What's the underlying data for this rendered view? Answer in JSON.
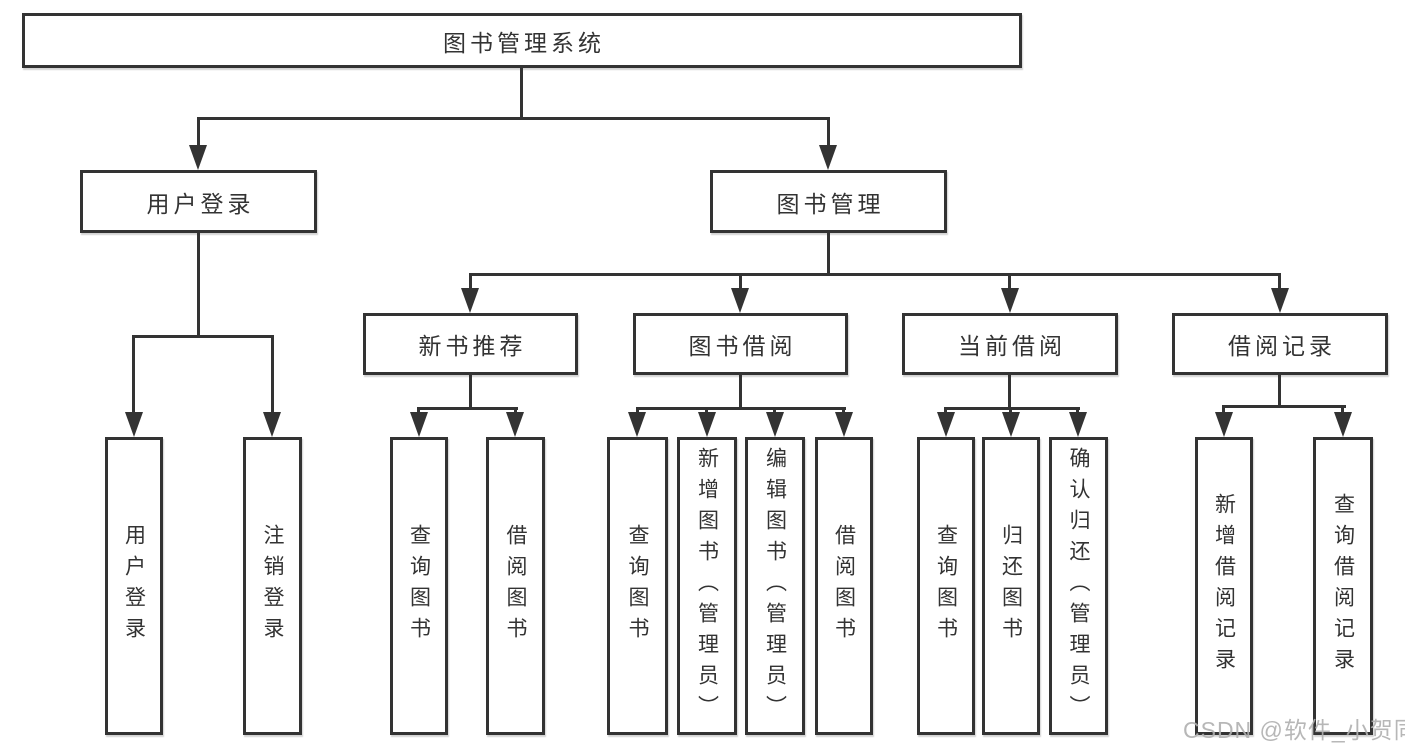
{
  "tree": {
    "root": {
      "label": "图书管理系统"
    },
    "children": [
      {
        "label": "用户登录",
        "children": [
          {
            "label": "用户登录"
          },
          {
            "label": "注销登录"
          }
        ]
      },
      {
        "label": "图书管理",
        "children": [
          {
            "label": "新书推荐",
            "children": [
              {
                "label": "查询图书"
              },
              {
                "label": "借阅图书"
              }
            ]
          },
          {
            "label": "图书借阅",
            "children": [
              {
                "label": "查询图书"
              },
              {
                "label": "新增图书（管理员）"
              },
              {
                "label": "编辑图书（管理员）"
              },
              {
                "label": "借阅图书"
              }
            ]
          },
          {
            "label": "当前借阅",
            "children": [
              {
                "label": "查询图书"
              },
              {
                "label": "归还图书"
              },
              {
                "label": "确认归还（管理员）"
              }
            ]
          },
          {
            "label": "借阅记录",
            "children": [
              {
                "label": "新增借阅记录"
              },
              {
                "label": "查询借阅记录"
              }
            ]
          }
        ]
      }
    ]
  },
  "watermark": {
    "text": "CSDN @软件_小贺同学"
  },
  "colors": {
    "line": "#333333",
    "box_border": "#333333",
    "text": "#333333",
    "watermark": "#b0b0b0",
    "background": "#ffffff"
  }
}
